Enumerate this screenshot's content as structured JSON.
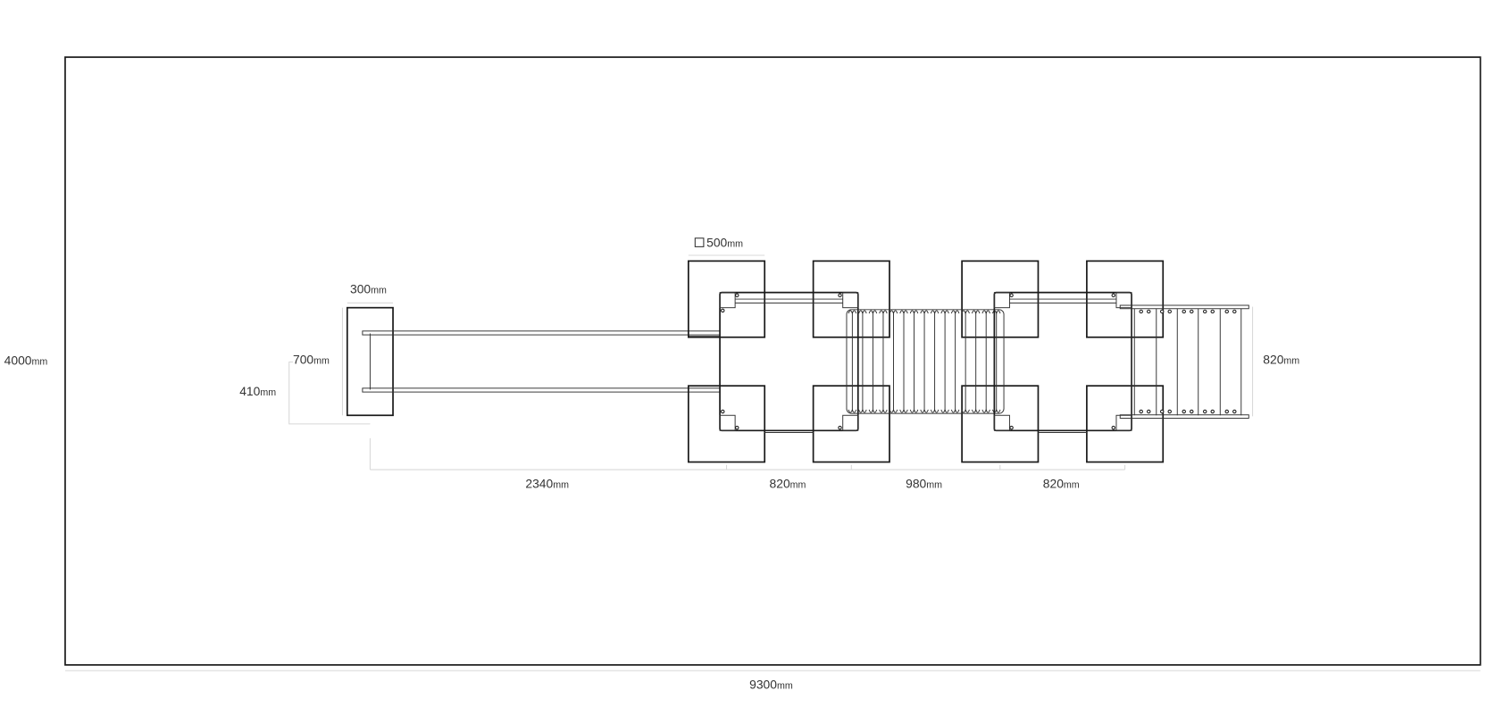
{
  "drawing": {
    "title": "Playground equipment plan view",
    "dimensions": {
      "total_width": {
        "value": "9300",
        "unit": "mm"
      },
      "total_depth": {
        "value": "4000",
        "unit": "mm"
      },
      "footing_size": {
        "value": "500",
        "unit": "mm",
        "symbol": "square-icon"
      },
      "tray_width": {
        "value": "300",
        "unit": "mm"
      },
      "tray_length": {
        "value": "700",
        "unit": "mm"
      },
      "tray_height": {
        "value": "410",
        "unit": "mm"
      },
      "slide_length": {
        "value": "2340",
        "unit": "mm"
      },
      "platform1": {
        "value": "820",
        "unit": "mm"
      },
      "tunnel": {
        "value": "980",
        "unit": "mm"
      },
      "platform2": {
        "value": "820",
        "unit": "mm"
      },
      "stair_width": {
        "value": "820",
        "unit": "mm"
      }
    }
  }
}
